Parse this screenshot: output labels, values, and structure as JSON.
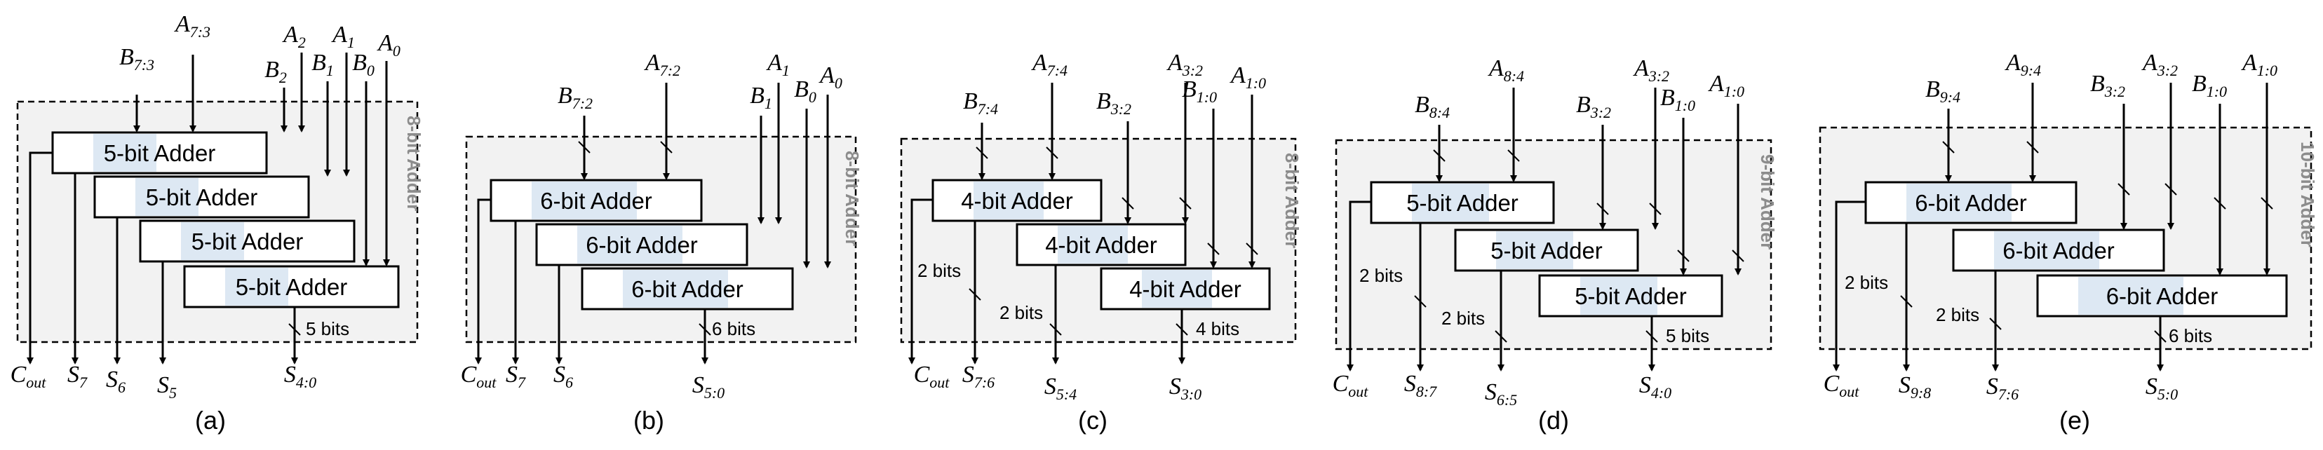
{
  "panels": [
    {
      "caption": "(a)",
      "outer_label": "8-bit Adder",
      "adders": [
        "5-bit Adder",
        "5-bit Adder",
        "5-bit Adder",
        "5-bit Adder"
      ],
      "top_inputs": [
        {
          "text": "B",
          "sub": "7:3"
        },
        {
          "text": "A",
          "sub": "7:3"
        },
        {
          "text": "B",
          "sub": "2"
        },
        {
          "text": "A",
          "sub": "2"
        },
        {
          "text": "B",
          "sub": "1"
        },
        {
          "text": "A",
          "sub": "1"
        },
        {
          "text": "B",
          "sub": "0"
        },
        {
          "text": "A",
          "sub": "0"
        }
      ],
      "bottom_outputs": [
        {
          "text": "C",
          "sub": "out"
        },
        {
          "text": "S",
          "sub": "7"
        },
        {
          "text": "S",
          "sub": "6"
        },
        {
          "text": "S",
          "sub": "5"
        },
        {
          "text": "S",
          "sub": "4:0"
        }
      ],
      "bit_labels": [
        "5 bits"
      ]
    },
    {
      "caption": "(b)",
      "outer_label": "8-bit Adder",
      "adders": [
        "6-bit Adder",
        "6-bit Adder",
        "6-bit Adder"
      ],
      "top_inputs": [
        {
          "text": "B",
          "sub": "7:2"
        },
        {
          "text": "A",
          "sub": "7:2"
        },
        {
          "text": "B",
          "sub": "1"
        },
        {
          "text": "A",
          "sub": "1"
        },
        {
          "text": "B",
          "sub": "0"
        },
        {
          "text": "A",
          "sub": "0"
        }
      ],
      "bottom_outputs": [
        {
          "text": "C",
          "sub": "out"
        },
        {
          "text": "S",
          "sub": "7"
        },
        {
          "text": "S",
          "sub": "6"
        },
        {
          "text": "S",
          "sub": "5:0"
        }
      ],
      "bit_labels": [
        "6 bits"
      ]
    },
    {
      "caption": "(c)",
      "outer_label": "8-bit Adder",
      "adders": [
        "4-bit Adder",
        "4-bit Adder",
        "4-bit Adder"
      ],
      "top_inputs": [
        {
          "text": "B",
          "sub": "7:4"
        },
        {
          "text": "A",
          "sub": "7:4"
        },
        {
          "text": "B",
          "sub": "3:2"
        },
        {
          "text": "A",
          "sub": "3:2"
        },
        {
          "text": "B",
          "sub": "1:0"
        },
        {
          "text": "A",
          "sub": "1:0"
        }
      ],
      "bottom_outputs": [
        {
          "text": "C",
          "sub": "out"
        },
        {
          "text": "S",
          "sub": "7:6"
        },
        {
          "text": "S",
          "sub": "5:4"
        },
        {
          "text": "S",
          "sub": "3:0"
        }
      ],
      "bit_labels": [
        "2 bits",
        "2 bits",
        "4 bits"
      ]
    },
    {
      "caption": "(d)",
      "outer_label": "9-bit Adder",
      "adders": [
        "5-bit Adder",
        "5-bit Adder",
        "5-bit Adder"
      ],
      "top_inputs": [
        {
          "text": "B",
          "sub": "8:4"
        },
        {
          "text": "A",
          "sub": "8:4"
        },
        {
          "text": "B",
          "sub": "3:2"
        },
        {
          "text": "A",
          "sub": "3:2"
        },
        {
          "text": "B",
          "sub": "1:0"
        },
        {
          "text": "A",
          "sub": "1:0"
        }
      ],
      "bottom_outputs": [
        {
          "text": "C",
          "sub": "out"
        },
        {
          "text": "S",
          "sub": "8:7"
        },
        {
          "text": "S",
          "sub": "6:5"
        },
        {
          "text": "S",
          "sub": "4:0"
        }
      ],
      "bit_labels": [
        "2 bits",
        "2 bits",
        "5 bits"
      ]
    },
    {
      "caption": "(e)",
      "outer_label": "10-bit Adder",
      "adders": [
        "6-bit Adder",
        "6-bit Adder",
        "6-bit Adder"
      ],
      "top_inputs": [
        {
          "text": "B",
          "sub": "9:4"
        },
        {
          "text": "A",
          "sub": "9:4"
        },
        {
          "text": "B",
          "sub": "3:2"
        },
        {
          "text": "A",
          "sub": "3:2"
        },
        {
          "text": "B",
          "sub": "1:0"
        },
        {
          "text": "A",
          "sub": "1:0"
        }
      ],
      "bottom_outputs": [
        {
          "text": "C",
          "sub": "out"
        },
        {
          "text": "S",
          "sub": "9:8"
        },
        {
          "text": "S",
          "sub": "7:6"
        },
        {
          "text": "S",
          "sub": "5:0"
        }
      ],
      "bit_labels": [
        "2 bits",
        "2 bits",
        "6 bits"
      ]
    }
  ],
  "colors": {
    "outer_fill": "#f2f2f2",
    "adder_fill": "#ffffff",
    "adder_highlight": "#dde8f3",
    "outer_label": "#8c8c8c",
    "stroke": "#000000"
  }
}
